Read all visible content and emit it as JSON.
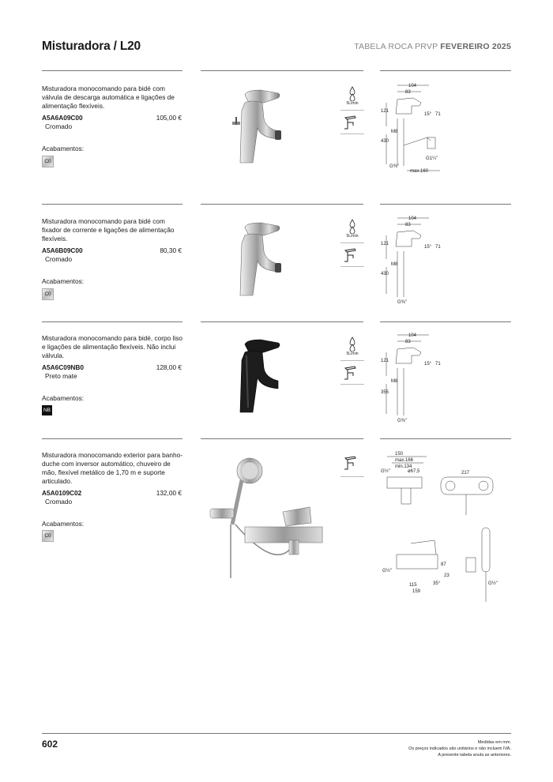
{
  "header": {
    "title": "Misturadora / L20",
    "right_prefix": "TABELA ROCA PRVP",
    "right_bold": "FEVEREIRO 2025"
  },
  "products": [
    {
      "description": "Misturadora monocomando para bidé com válvula de descarga automática e ligações de alimentação flexíveis.",
      "code": "A5A6A09C00",
      "price": "105,00 €",
      "finish": "Cromado",
      "acabamentos_label": "Acabamentos:",
      "swatch": "C0",
      "flow": "5L/min",
      "dims": [
        "104",
        "83",
        "121",
        "15°",
        "71",
        "M8",
        "430",
        "G1¼\"",
        "G⅜\"",
        "max.160"
      ]
    },
    {
      "description": "Misturadora monocomando para bidé com fixador de corrente e ligações de alimentação flexíveis.",
      "code": "A5A6B09C00",
      "price": "80,30 €",
      "finish": "Cromado",
      "acabamentos_label": "Acabamentos:",
      "swatch": "C0",
      "flow": "5L/min",
      "dims": [
        "104",
        "83",
        "121",
        "15°",
        "71",
        "M8",
        "430",
        "G⅜\""
      ]
    },
    {
      "description": "Misturadora monocomando para bidé, corpo liso e ligações de alimentação flexíveis. Não inclui válvula.",
      "code": "A5A6C09NB0",
      "price": "128,00 €",
      "finish": "Preto mate",
      "acabamentos_label": "Acabamentos:",
      "swatch": "NB",
      "flow": "5L/min",
      "dims": [
        "104",
        "83",
        "121",
        "15°",
        "71",
        "M8",
        "355",
        "G⅜\""
      ]
    },
    {
      "description": "Misturadora monocomando exterior para banho-duche com inversor automático, chuveiro de mão, flexível metálico de 1,70 m e suporte articulado.",
      "code": "A5A0109C02",
      "price": "132,00 €",
      "finish": "Cromado",
      "acabamentos_label": "Acabamentos:",
      "swatch": "C0",
      "dims": [
        "150",
        "max.166",
        "min.134",
        "G½\"",
        "ø67,5",
        "217",
        "87",
        "23",
        "35°",
        "115",
        "159",
        "G½\"",
        "G½\""
      ]
    }
  ],
  "footer": {
    "page_number": "602",
    "notes": [
      "Medidas em mm.",
      "Os preços indicados são unitários e não incluem IVA.",
      "A presente tabela anula as anteriores."
    ]
  },
  "colors": {
    "rule": "#777777",
    "black_finish": "#111111",
    "chrome": "#c8c8c8"
  },
  "icons": [
    "water-drop-icon",
    "faucet-icon"
  ]
}
